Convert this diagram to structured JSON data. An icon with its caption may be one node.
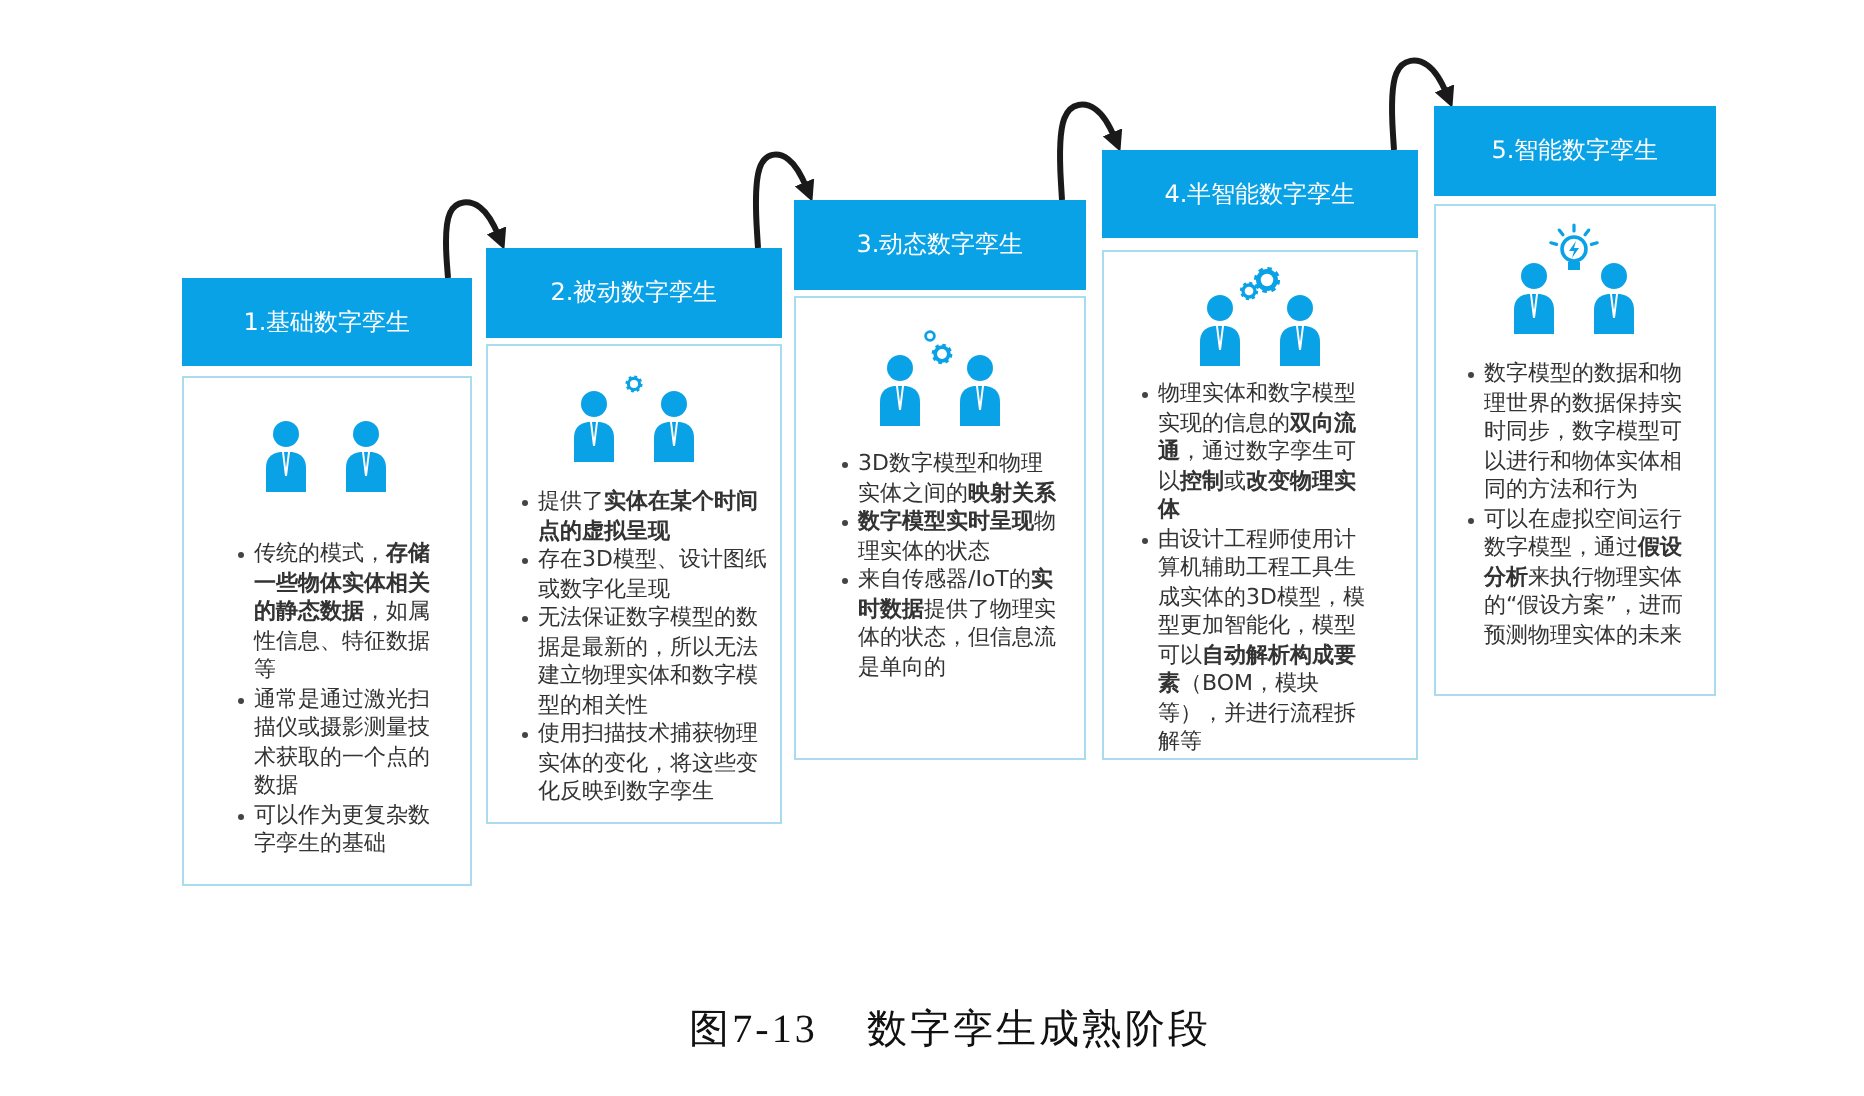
{
  "diagram": {
    "caption": "图7-13 数字孪生成熟阶段",
    "nodes": [
      {
        "text": [
          "1.基础数字孪生"
        ]
      },
      {
        "text": [
          "传统的模式，**存储一些物体实体相关的静态数据**，如属性信息、特征数据等",
          "通常是通过激光扫描仪或摄影测量技术获取的一个点的数据",
          "可以作为更复杂数字孪生的基础"
        ]
      },
      {
        "text": [
          "2.被动数字孪生"
        ]
      },
      {
        "text": [
          "提供了**实体在某个时间点的虚拟呈现**",
          "存在3D模型、设计图纸或数字化呈现",
          "无法保证数字模型的数据是最新的，所以无法建立物理实体和数字模型的相关性",
          "使用扫描技术捕获物理实体的变化，将这些变化反映到数字孪生"
        ]
      },
      {
        "text": [
          "3.动态数字孪生"
        ]
      },
      {
        "text": [
          "3D数字模型和物理实体之间的**映射关系**",
          "**数字模型实时呈现**物理实体的状态",
          "来自传感器/IoT的**实时数据**提供了物理实体的状态，但信息流是单向的"
        ]
      },
      {
        "text": [
          "4.半智能数字孪生"
        ]
      },
      {
        "text": [
          "物理实体和数字模型实现的信息的**双向流通**，通过数字孪生可以**控制**或**改变物理实体**",
          "由设计工程师使用计算机辅助工程工具生成实体的3D模型，模型更加智能化，模型可以**自动解析构成要素**（BOM，模块等），并进行流程拆解等"
        ]
      },
      {
        "text": [
          "5.智能数字孪生"
        ]
      },
      {
        "text": [
          "数字模型的数据和物理世界的数据保持实时同步，数字模型可以进行和物体实体相同的方法和行为",
          "可以在虚拟空间运行数字模型，通过**假设分析**来执行物理实体的“假设方案”，进而预测物理实体的未来"
        ]
      }
    ],
    "edges": [
      {
        "from": 0,
        "to": 2,
        "arrow": "to"
      },
      {
        "from": 2,
        "to": 4,
        "arrow": "to"
      },
      {
        "from": 4,
        "to": 6,
        "arrow": "to"
      },
      {
        "from": 6,
        "to": 8,
        "arrow": "to"
      }
    ]
  }
}
